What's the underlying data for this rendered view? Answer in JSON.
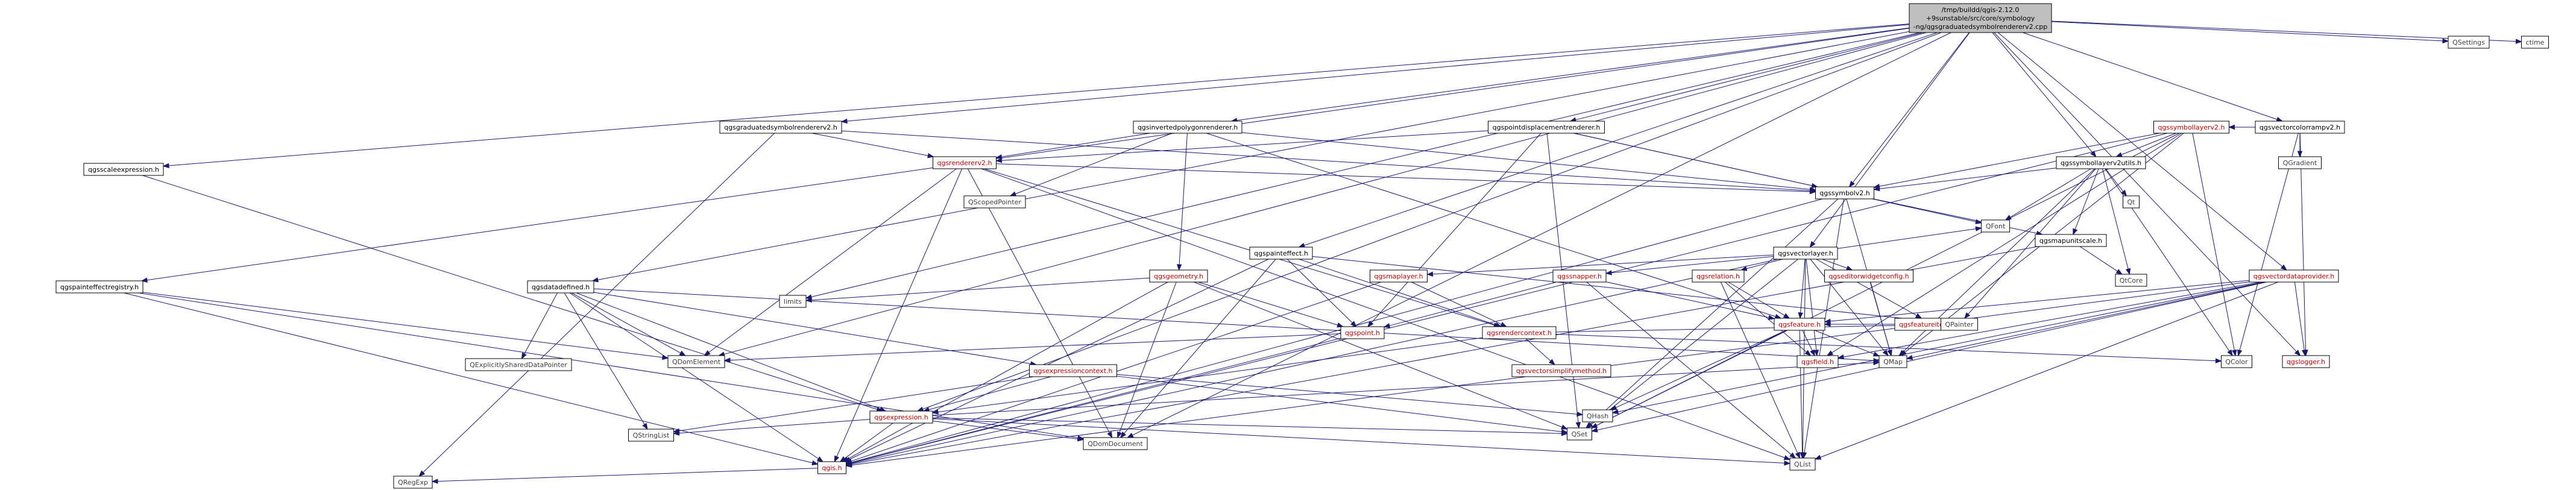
{
  "diagram": {
    "colors": {
      "root_fill": "#bfbfbf",
      "node_fill": "#ffffff",
      "documented_text": "#000000",
      "undocumented_text": "#d00000",
      "external_text": "#404040",
      "external_border": "#bfbfbf",
      "edge": "#191970"
    },
    "nodes": [
      {
        "id": "root",
        "lines": [
          "/tmp/buildd/qgis-2.12.0",
          "+9sunstable/src/core/symbology",
          "-ng/qgsgraduatedsymbolrendererv2.cpp"
        ],
        "kind": "root"
      },
      {
        "id": "grad",
        "lines": [
          "qgsgraduatedsymbolrendererv2.h"
        ],
        "kind": "doc"
      },
      {
        "id": "scale",
        "lines": [
          "qgsscaleexpression.h"
        ],
        "kind": "doc"
      },
      {
        "id": "peffreg",
        "lines": [
          "qgspainteffectregistry.h"
        ],
        "kind": "doc"
      },
      {
        "id": "datadef",
        "lines": [
          "qgsdatadefined.h"
        ],
        "kind": "doc"
      },
      {
        "id": "inverted",
        "lines": [
          "qgsinvertedpolygonrenderer.h"
        ],
        "kind": "doc"
      },
      {
        "id": "painteffect",
        "lines": [
          "qgspainteffect.h"
        ],
        "kind": "doc"
      },
      {
        "id": "pointdisp",
        "lines": [
          "qgspointdisplacementrenderer.h"
        ],
        "kind": "doc"
      },
      {
        "id": "vectorlayer",
        "lines": [
          "qgsvectorlayer.h"
        ],
        "kind": "doc"
      },
      {
        "id": "symlayerutils",
        "lines": [
          "qgssymbollayerv2utils.h"
        ],
        "kind": "doc"
      },
      {
        "id": "vcolorramp",
        "lines": [
          "qgsvectorcolorrampv2.h"
        ],
        "kind": "doc"
      },
      {
        "id": "symlayer",
        "lines": [
          "qgssymbollayerv2.h"
        ],
        "kind": "red"
      },
      {
        "id": "vdataprov",
        "lines": [
          "qgsvectordataprovider.h"
        ],
        "kind": "red"
      },
      {
        "id": "renderer",
        "lines": [
          "qgsrendererv2.h"
        ],
        "kind": "red"
      },
      {
        "id": "symbolv2",
        "lines": [
          "qgssymbolv2.h"
        ],
        "kind": "doc"
      },
      {
        "id": "mapunit",
        "lines": [
          "qgsmapunitscale.h"
        ],
        "kind": "doc"
      },
      {
        "id": "geometry",
        "lines": [
          "qgsgeometry.h"
        ],
        "kind": "red"
      },
      {
        "id": "maplayer",
        "lines": [
          "qgsmaplayer.h"
        ],
        "kind": "red"
      },
      {
        "id": "snapper",
        "lines": [
          "qgssnapper.h"
        ],
        "kind": "red"
      },
      {
        "id": "relation",
        "lines": [
          "qgsrelation.h"
        ],
        "kind": "red"
      },
      {
        "id": "editorwidget",
        "lines": [
          "qgseditorwidgetconfig.h"
        ],
        "kind": "red"
      },
      {
        "id": "feature",
        "lines": [
          "qgsfeature.h"
        ],
        "kind": "red"
      },
      {
        "id": "featit",
        "lines": [
          "qgsfeatureiterator.h"
        ],
        "kind": "red"
      },
      {
        "id": "rendercontext",
        "lines": [
          "qgsrendercontext.h"
        ],
        "kind": "red"
      },
      {
        "id": "point",
        "lines": [
          "qgspoint.h"
        ],
        "kind": "red"
      },
      {
        "id": "exprcontext",
        "lines": [
          "qgsexpressioncontext.h"
        ],
        "kind": "red"
      },
      {
        "id": "expression",
        "lines": [
          "qgsexpression.h"
        ],
        "kind": "red"
      },
      {
        "id": "field",
        "lines": [
          "qgsfield.h"
        ],
        "kind": "red"
      },
      {
        "id": "vsimplify",
        "lines": [
          "qgsvectorsimplifymethod.h"
        ],
        "kind": "red"
      },
      {
        "id": "qgis",
        "lines": [
          "qgis.h"
        ],
        "kind": "red"
      },
      {
        "id": "logger",
        "lines": [
          "qgslogger.h"
        ],
        "kind": "red"
      },
      {
        "id": "qsettings",
        "lines": [
          "QSettings"
        ],
        "kind": "ext"
      },
      {
        "id": "ctime",
        "lines": [
          "ctime"
        ],
        "kind": "ext"
      },
      {
        "id": "qgradient",
        "lines": [
          "QGradient"
        ],
        "kind": "ext"
      },
      {
        "id": "qscoped",
        "lines": [
          "QScopedPointer"
        ],
        "kind": "ext"
      },
      {
        "id": "qfont",
        "lines": [
          "QFont"
        ],
        "kind": "ext"
      },
      {
        "id": "qt",
        "lines": [
          "Qt"
        ],
        "kind": "ext"
      },
      {
        "id": "qtcore",
        "lines": [
          "QtCore"
        ],
        "kind": "ext"
      },
      {
        "id": "limits",
        "lines": [
          "limits"
        ],
        "kind": "ext"
      },
      {
        "id": "qpainter",
        "lines": [
          "QPainter"
        ],
        "kind": "ext"
      },
      {
        "id": "qdomelement",
        "lines": [
          "QDomElement"
        ],
        "kind": "ext"
      },
      {
        "id": "qexplicit",
        "lines": [
          "QExplicitlySharedDataPointer"
        ],
        "kind": "ext"
      },
      {
        "id": "qmap",
        "lines": [
          "QMap"
        ],
        "kind": "ext"
      },
      {
        "id": "qcolor",
        "lines": [
          "QColor"
        ],
        "kind": "ext"
      },
      {
        "id": "qhash",
        "lines": [
          "QHash"
        ],
        "kind": "ext"
      },
      {
        "id": "qset",
        "lines": [
          "QSet"
        ],
        "kind": "ext"
      },
      {
        "id": "qstringlist",
        "lines": [
          "QStringList"
        ],
        "kind": "ext"
      },
      {
        "id": "qdomdocument",
        "lines": [
          "QDomDocument"
        ],
        "kind": "ext"
      },
      {
        "id": "qlist",
        "lines": [
          "QList"
        ],
        "kind": "ext"
      },
      {
        "id": "qregexp",
        "lines": [
          "QRegExp"
        ],
        "kind": "ext"
      }
    ],
    "edges": [
      [
        "root",
        "grad"
      ],
      [
        "root",
        "scale"
      ],
      [
        "root",
        "peffreg"
      ],
      [
        "root",
        "datadef"
      ],
      [
        "root",
        "inverted"
      ],
      [
        "root",
        "painteffect"
      ],
      [
        "root",
        "pointdisp"
      ],
      [
        "root",
        "vectorlayer"
      ],
      [
        "root",
        "symlayerutils"
      ],
      [
        "root",
        "vcolorramp"
      ],
      [
        "root",
        "symbolv2"
      ],
      [
        "root",
        "qsettings"
      ],
      [
        "root",
        "ctime"
      ],
      [
        "root",
        "limits"
      ],
      [
        "root",
        "qdomelement"
      ],
      [
        "root",
        "qdomdocument"
      ],
      [
        "root",
        "logger"
      ],
      [
        "root",
        "vdataprov"
      ],
      [
        "root",
        "expression"
      ],
      [
        "grad",
        "renderer"
      ],
      [
        "grad",
        "symbolv2"
      ],
      [
        "grad",
        "qregexp"
      ],
      [
        "scale",
        "expression"
      ],
      [
        "peffreg",
        "qdomelement"
      ],
      [
        "peffreg",
        "qgis"
      ],
      [
        "peffreg",
        "qdomdocument"
      ],
      [
        "datadef",
        "qgis"
      ],
      [
        "datadef",
        "qdomelement"
      ],
      [
        "datadef",
        "qexplicit"
      ],
      [
        "datadef",
        "qstringlist"
      ],
      [
        "datadef",
        "exprcontext"
      ],
      [
        "datadef",
        "expression"
      ],
      [
        "datadef",
        "qmap"
      ],
      [
        "inverted",
        "renderer"
      ],
      [
        "inverted",
        "symbolv2"
      ],
      [
        "inverted",
        "qscoped"
      ],
      [
        "inverted",
        "geometry"
      ],
      [
        "inverted",
        "feature"
      ],
      [
        "painteffect",
        "qgis"
      ],
      [
        "painteffect",
        "qpainter"
      ],
      [
        "painteffect",
        "qdomdocument"
      ],
      [
        "painteffect",
        "rendercontext"
      ],
      [
        "painteffect",
        "point"
      ],
      [
        "pointdisp",
        "renderer"
      ],
      [
        "pointdisp",
        "symbolv2"
      ],
      [
        "pointdisp",
        "qfont"
      ],
      [
        "pointdisp",
        "point"
      ],
      [
        "pointdisp",
        "qset"
      ],
      [
        "vectorlayer",
        "maplayer"
      ],
      [
        "vectorlayer",
        "snapper"
      ],
      [
        "vectorlayer",
        "relation"
      ],
      [
        "vectorlayer",
        "editorwidget"
      ],
      [
        "vectorlayer",
        "feature"
      ],
      [
        "vectorlayer",
        "featit"
      ],
      [
        "vectorlayer",
        "qfont"
      ],
      [
        "vectorlayer",
        "qmap"
      ],
      [
        "vectorlayer",
        "qset"
      ],
      [
        "vectorlayer",
        "qlist"
      ],
      [
        "vectorlayer",
        "field"
      ],
      [
        "vectorlayer",
        "qgis"
      ],
      [
        "symlayerutils",
        "symbolv2"
      ],
      [
        "symlayerutils",
        "qt"
      ],
      [
        "symlayerutils",
        "qtcore"
      ],
      [
        "symlayerutils",
        "qfont"
      ],
      [
        "symlayerutils",
        "qcolor"
      ],
      [
        "symlayerutils",
        "qpainter"
      ],
      [
        "symlayerutils",
        "qmap"
      ],
      [
        "symlayerutils",
        "mapunit"
      ],
      [
        "vcolorramp",
        "qgradient"
      ],
      [
        "vcolorramp",
        "symlayer"
      ],
      [
        "vcolorramp",
        "qcolor"
      ],
      [
        "vcolorramp",
        "logger"
      ],
      [
        "symlayer",
        "symlayerutils"
      ],
      [
        "symlayer",
        "symbolv2"
      ],
      [
        "symlayer",
        "qcolor"
      ],
      [
        "symlayer",
        "qmap"
      ],
      [
        "symlayer",
        "qset"
      ],
      [
        "symlayer",
        "qgis"
      ],
      [
        "symlayer",
        "field"
      ],
      [
        "vdataprov",
        "feature"
      ],
      [
        "vdataprov",
        "field"
      ],
      [
        "vdataprov",
        "qmap"
      ],
      [
        "vdataprov",
        "qset"
      ],
      [
        "vdataprov",
        "qhash"
      ],
      [
        "vdataprov",
        "qlist"
      ],
      [
        "vdataprov",
        "qgis"
      ],
      [
        "vdataprov",
        "logger"
      ],
      [
        "renderer",
        "symbolv2"
      ],
      [
        "renderer",
        "qgis"
      ],
      [
        "renderer",
        "qdomelement"
      ],
      [
        "renderer",
        "rendercontext"
      ],
      [
        "renderer",
        "qdomdocument"
      ],
      [
        "renderer",
        "qlist"
      ],
      [
        "symbolv2",
        "qgis"
      ],
      [
        "symbolv2",
        "qlist"
      ],
      [
        "symbolv2",
        "qmap"
      ],
      [
        "symbolv2",
        "mapunit"
      ],
      [
        "symbolv2",
        "qset"
      ],
      [
        "mapunit",
        "qtcore"
      ],
      [
        "mapunit",
        "qgis"
      ],
      [
        "geometry",
        "qgis"
      ],
      [
        "geometry",
        "point"
      ],
      [
        "geometry",
        "limits"
      ],
      [
        "geometry",
        "qdomdocument"
      ],
      [
        "geometry",
        "qset"
      ],
      [
        "maplayer",
        "qgis"
      ],
      [
        "maplayer",
        "rendercontext"
      ],
      [
        "snapper",
        "feature"
      ],
      [
        "snapper",
        "point"
      ],
      [
        "snapper",
        "qlist"
      ],
      [
        "relation",
        "feature"
      ],
      [
        "relation",
        "field"
      ],
      [
        "relation",
        "qlist"
      ],
      [
        "editorwidget",
        "qmap"
      ],
      [
        "feature",
        "qmap"
      ],
      [
        "feature",
        "qlist"
      ],
      [
        "feature",
        "qhash"
      ],
      [
        "feature",
        "qset"
      ],
      [
        "feature",
        "field"
      ],
      [
        "featit",
        "feature"
      ],
      [
        "rendercontext",
        "qcolor"
      ],
      [
        "rendercontext",
        "vsimplify"
      ],
      [
        "rendercontext",
        "qpainter"
      ],
      [
        "rendercontext",
        "expression"
      ],
      [
        "point",
        "qgis"
      ],
      [
        "point",
        "qdomelement"
      ],
      [
        "exprcontext",
        "qhash"
      ],
      [
        "exprcontext",
        "qstringlist"
      ],
      [
        "exprcontext",
        "qset"
      ],
      [
        "exprcontext",
        "expression"
      ],
      [
        "expression",
        "qstringlist"
      ],
      [
        "expression",
        "qlist"
      ],
      [
        "expression",
        "qdomdocument"
      ],
      [
        "expression",
        "qgis"
      ],
      [
        "expression",
        "qmap"
      ],
      [
        "expression",
        "qset"
      ],
      [
        "qgis",
        "qregexp"
      ]
    ]
  }
}
